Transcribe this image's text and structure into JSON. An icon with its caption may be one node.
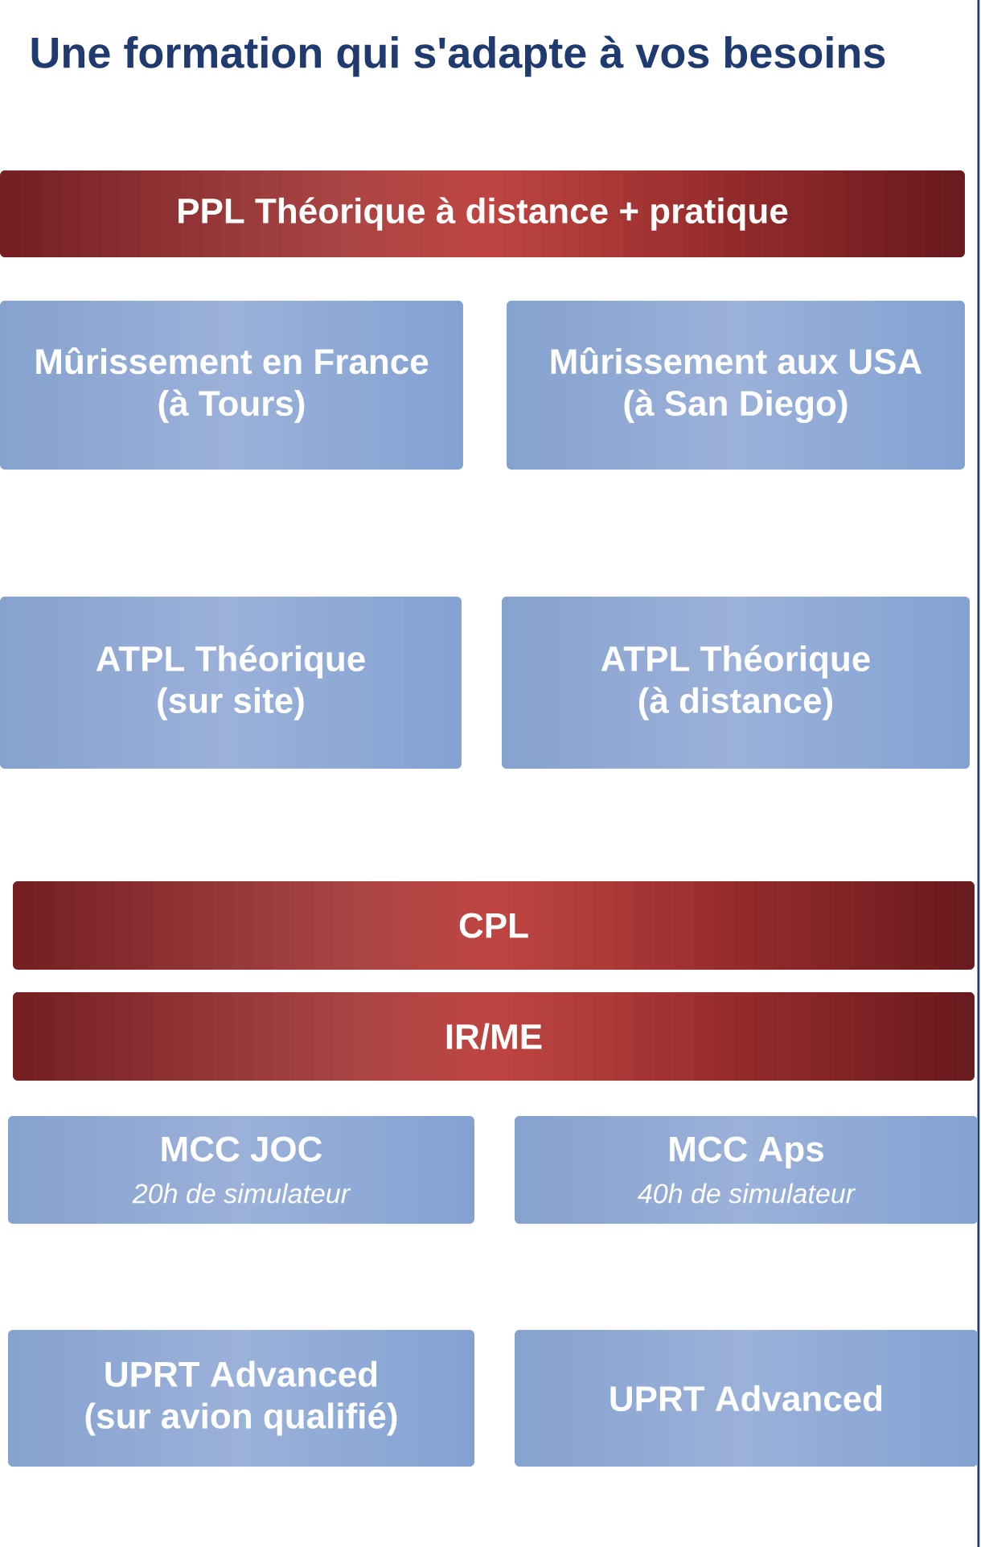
{
  "diagram": {
    "title": "Une formation qui s'adapte à vos besoins",
    "nodes": [
      {
        "text": [
          "PPL Théorique à distance + pratique"
        ]
      },
      {
        "text": [
          "Mûrissement en France (à Tours)"
        ]
      },
      {
        "text": [
          "Mûrissement aux USA (à San Diego)"
        ]
      },
      {
        "text": [
          "ATPL Théorique (sur site)"
        ]
      },
      {
        "text": [
          "ATPL Théorique (à distance)"
        ]
      },
      {
        "text": [
          "CPL"
        ]
      },
      {
        "text": [
          "IR/ME"
        ]
      },
      {
        "text": [
          "MCC JOC",
          "20h de simulateur"
        ]
      },
      {
        "text": [
          "MCC Aps",
          "40h de simulateur"
        ]
      },
      {
        "text": [
          "UPRT Advanced (sur avion qualifié)"
        ]
      },
      {
        "text": [
          "UPRT Advanced"
        ]
      }
    ]
  }
}
